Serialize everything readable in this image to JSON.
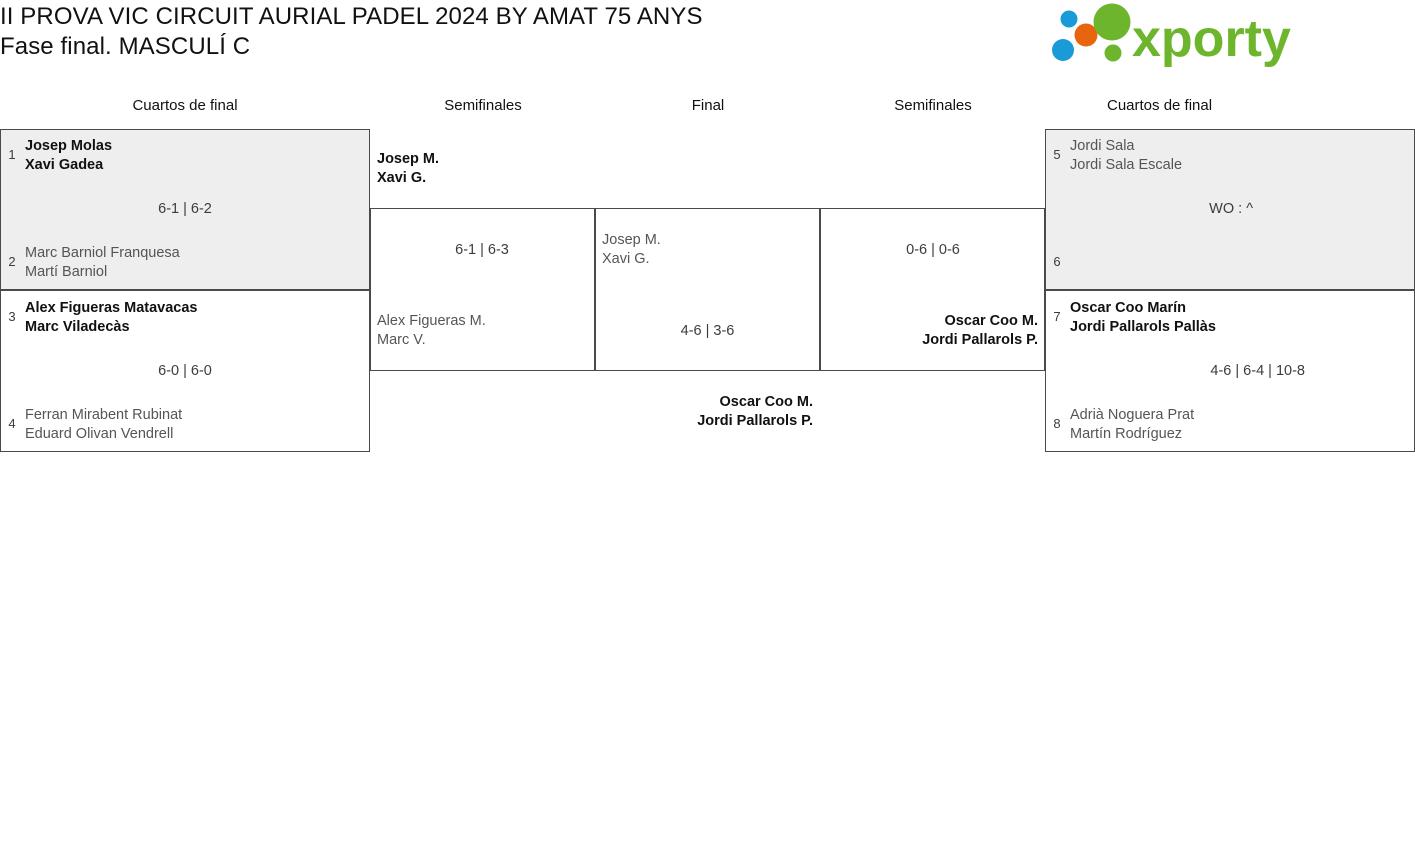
{
  "header": {
    "title_line1": "II PROVA VIC CIRCUIT AURIAL PADEL 2024 BY AMAT 75 ANYS",
    "title_line2": "Fase final. MASCULÍ C",
    "logo_text": "xporty",
    "logo_colors": {
      "green": "#6cb52d",
      "blue": "#1a9ad7",
      "orange": "#e8650d"
    }
  },
  "rounds": {
    "left_quarters": "Cuartos de final",
    "left_semis": "Semifinales",
    "final": "Final",
    "right_semis": "Semifinales",
    "right_quarters": "Cuartos de final"
  },
  "bracket": {
    "qf1": {
      "seed_top": "1",
      "top_l1": "Josep Molas",
      "top_l2": "Xavi Gadea",
      "seed_bottom": "2",
      "bottom_l1": "Marc Barniol Franquesa",
      "bottom_l2": "Martí Barniol",
      "score": "6-1 | 6-2"
    },
    "qf2": {
      "seed_top": "3",
      "top_l1": "Alex Figueras Matavacas",
      "top_l2": "Marc Viladecàs",
      "seed_bottom": "4",
      "bottom_l1": "Ferran Mirabent Rubinat",
      "bottom_l2": "Eduard Olivan Vendrell",
      "score": "6-0 | 6-0"
    },
    "qf3": {
      "seed_top": "5",
      "top_l1": "Jordi Sala",
      "top_l2": "Jordi Sala Escale",
      "seed_bottom": "6",
      "bottom_l1": "",
      "bottom_l2": "",
      "score": "WO : ^"
    },
    "qf4": {
      "seed_top": "7",
      "top_l1": "Oscar Coo Marín",
      "top_l2": "Jordi Pallarols Pallàs",
      "seed_bottom": "8",
      "bottom_l1": "Adrià Noguera Prat",
      "bottom_l2": "Martín Rodríguez",
      "score": "4-6 | 6-4 | 10-8"
    },
    "sf_left": {
      "top_l1": "Josep M.",
      "top_l2": "Xavi G.",
      "bottom_l1": "Alex Figueras M.",
      "bottom_l2": "Marc V.",
      "score": "6-1 | 6-3"
    },
    "sf_right": {
      "top_l1": "",
      "top_l2": "",
      "bottom_l1": "Oscar Coo M.",
      "bottom_l2": "Jordi Pallarols P.",
      "score": "0-6 | 0-6"
    },
    "final": {
      "top_l1": "Josep M.",
      "top_l2": "Xavi G.",
      "bottom_l1": "Oscar Coo M.",
      "bottom_l2": "Jordi Pallarols P.",
      "score": "4-6 | 3-6"
    }
  }
}
